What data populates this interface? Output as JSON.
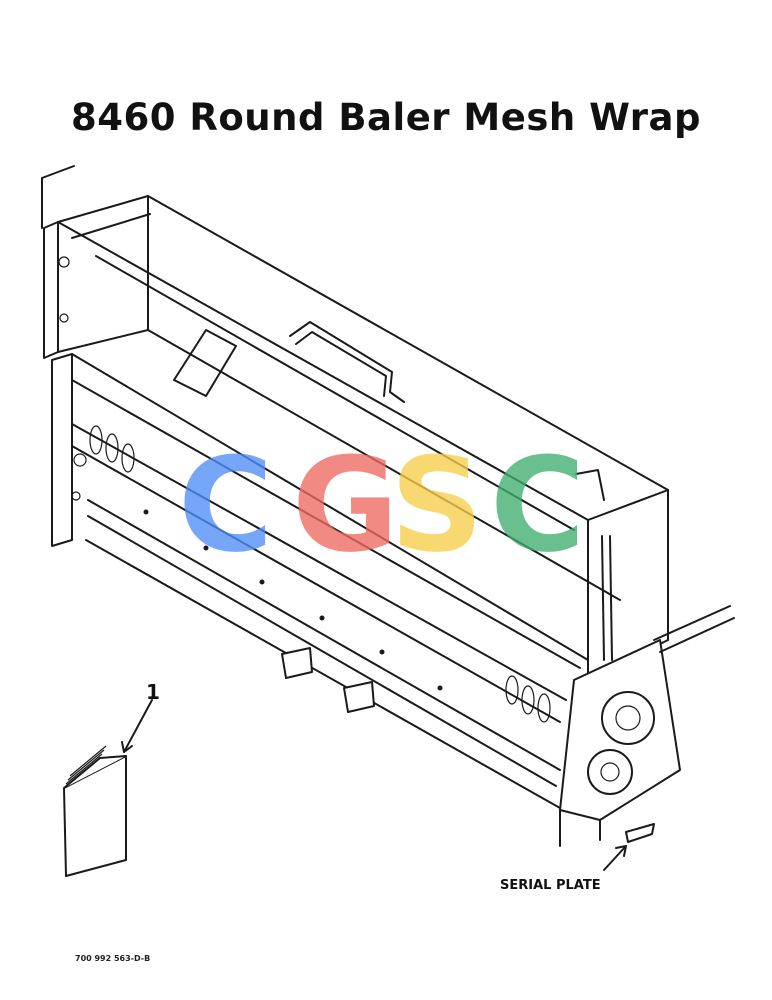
{
  "title": "8460 Round Baler Mesh Wrap",
  "callout": {
    "number": "1"
  },
  "serial_plate_label": "SERIAL PLATE",
  "figure_code": "700 992 563-D-B",
  "watermark": {
    "letters": [
      "C",
      "G",
      "S",
      "C"
    ],
    "colors": [
      "#4f8ef7",
      "#ef6a62",
      "#f7cf4a",
      "#3fae6e"
    ]
  }
}
